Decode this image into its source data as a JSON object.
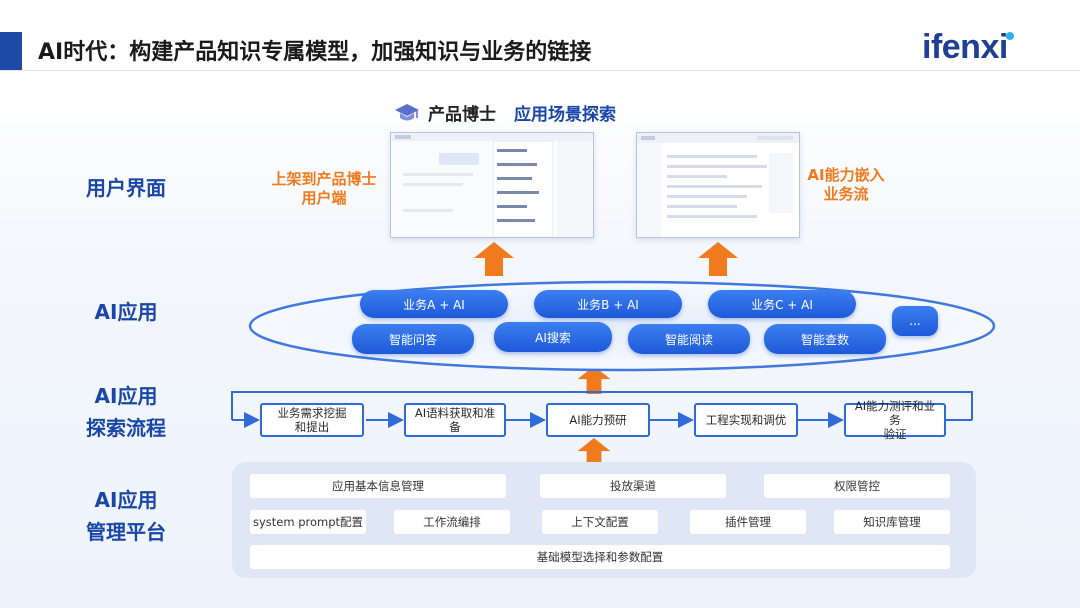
{
  "header": {
    "title": "AI时代：构建产品知识专属模型，加强知识与业务的链接",
    "logo": "ifenxi"
  },
  "row_labels": {
    "ui": "用户界面",
    "app": "AI应用",
    "flow": [
      "AI应用",
      "探索流程"
    ],
    "platform": [
      "AI应用",
      "管理平台"
    ]
  },
  "brand": {
    "name": "产品博士",
    "subtitle": "应用场景探索"
  },
  "ui_notes": {
    "left": [
      "上架到产品博士",
      "用户端"
    ],
    "right": [
      "AI能力嵌入",
      "业务流"
    ]
  },
  "ai_apps": {
    "row1": [
      "业务A + AI",
      "业务B + AI",
      "业务C + AI"
    ],
    "row2": [
      "智能问答",
      "AI搜索",
      "智能阅读",
      "智能查数"
    ],
    "more": "..."
  },
  "flow_steps": [
    [
      "业务需求挖掘",
      "和提出"
    ],
    [
      "AI语料获取和准备"
    ],
    [
      "AI能力预研"
    ],
    [
      "工程实现和调优"
    ],
    [
      "AI能力测评和业务",
      "验证"
    ]
  ],
  "platform": {
    "row1": [
      "应用基本信息管理",
      "投放渠道",
      "权限管控"
    ],
    "row2": [
      "system prompt配置",
      "工作流编排",
      "上下文配置",
      "插件管理",
      "知识库管理"
    ],
    "row3": "基础模型选择和参数配置"
  },
  "colors": {
    "primary": "#1a46a8",
    "accent": "#f07a1e",
    "pill": "#2f6bd9"
  }
}
